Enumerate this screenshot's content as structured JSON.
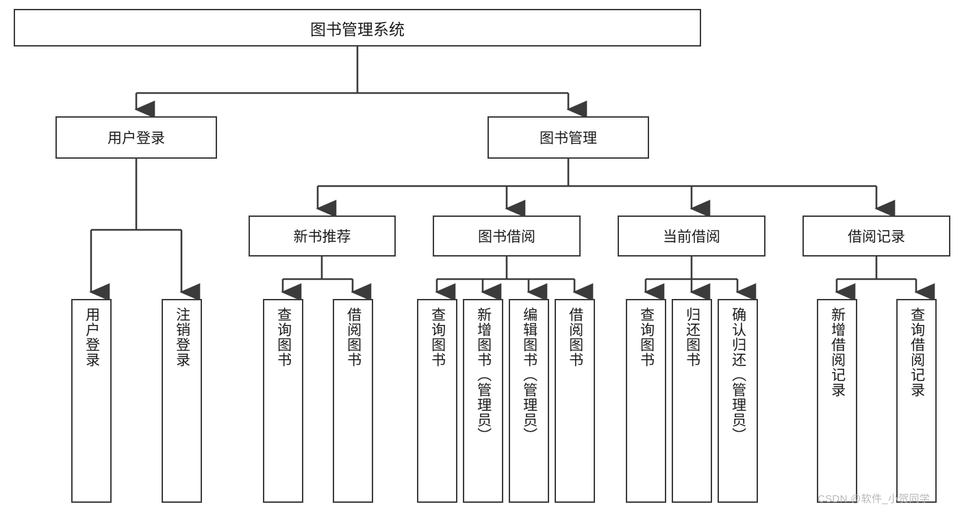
{
  "diagram": {
    "type": "hierarchy-tree",
    "title": "图书管理系统",
    "root": {
      "label": "图书管理系统"
    },
    "level2": [
      {
        "label": "用户登录"
      },
      {
        "label": "图书管理"
      }
    ],
    "level3": [
      {
        "label": "新书推荐"
      },
      {
        "label": "图书借阅"
      },
      {
        "label": "当前借阅"
      },
      {
        "label": "借阅记录"
      }
    ],
    "leaves": {
      "user_login": [
        {
          "label": "用户登录"
        },
        {
          "label": "注销登录"
        }
      ],
      "new_book_recommend": [
        {
          "label": "查询图书"
        },
        {
          "label": "借阅图书"
        }
      ],
      "book_borrow": [
        {
          "label": "查询图书"
        },
        {
          "label": "新增图书（管理员）"
        },
        {
          "label": "编辑图书（管理员）"
        },
        {
          "label": "借阅图书"
        }
      ],
      "current_borrow": [
        {
          "label": "查询图书"
        },
        {
          "label": "归还图书"
        },
        {
          "label": "确认归还（管理员）"
        }
      ],
      "borrow_record": [
        {
          "label": "新增借阅记录"
        },
        {
          "label": "查询借阅记录"
        }
      ]
    }
  },
  "watermark": {
    "text": "CSDN @软件_小贺同学"
  },
  "colors": {
    "box_border": "#3b3b3b",
    "box_fill": "#ffffff",
    "text": "#1a1a1a",
    "connector": "#3b3b3b",
    "watermark": "#b9b9b9"
  }
}
